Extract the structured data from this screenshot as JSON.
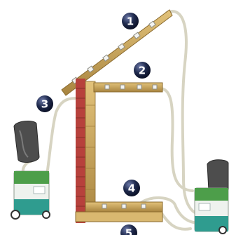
{
  "diagram": {
    "markers": [
      {
        "id": "marker-1",
        "label": "1"
      },
      {
        "id": "marker-2",
        "label": "2"
      },
      {
        "id": "marker-3",
        "label": "3"
      },
      {
        "id": "marker-4",
        "label": "4"
      },
      {
        "id": "marker-5",
        "label": "5"
      }
    ],
    "colors": {
      "wood": "#c8a25a",
      "wood_dark": "#9c7a3a",
      "brick": "#b7413c",
      "brick_line": "#7a2a25",
      "pipe": "#d9d6c4",
      "marker_fill": "#1f2a4d",
      "tank_green": "#4d9e4a",
      "tank_teal": "#2f9c8f",
      "tank_light": "#eef2ee",
      "bag": "#4d4d4d"
    }
  }
}
